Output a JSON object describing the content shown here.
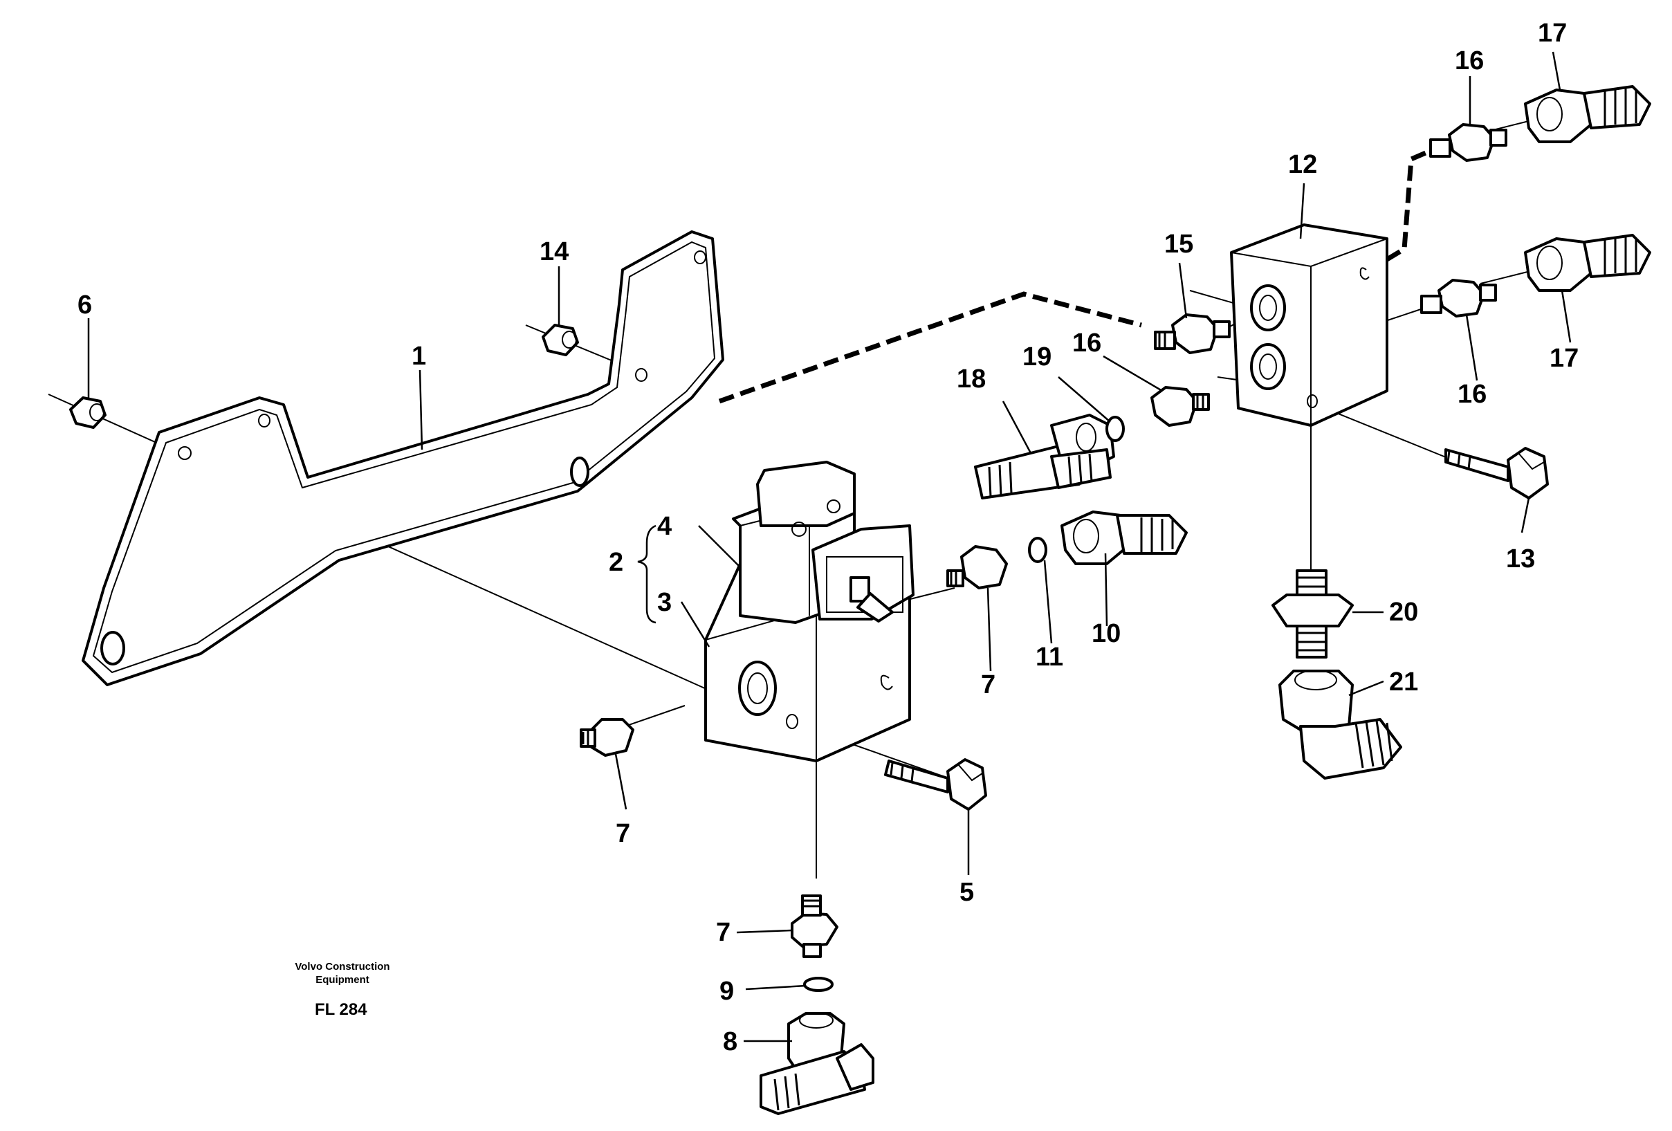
{
  "callouts": {
    "c1": "1",
    "c2": "2",
    "c3": "3",
    "c4": "4",
    "c5": "5",
    "c6": "6",
    "c7a": "7",
    "c7b": "7",
    "c7c": "7",
    "c8": "8",
    "c9": "9",
    "c10": "10",
    "c11": "11",
    "c12": "12",
    "c13": "13",
    "c14": "14",
    "c15": "15",
    "c16a": "16",
    "c16b": "16",
    "c16c": "16",
    "c17a": "17",
    "c17b": "17",
    "c18": "18",
    "c19": "19",
    "c20": "20",
    "c21": "21"
  },
  "credit": {
    "line1": "Volvo Construction",
    "line2": "Equipment",
    "code": "FL 284"
  }
}
